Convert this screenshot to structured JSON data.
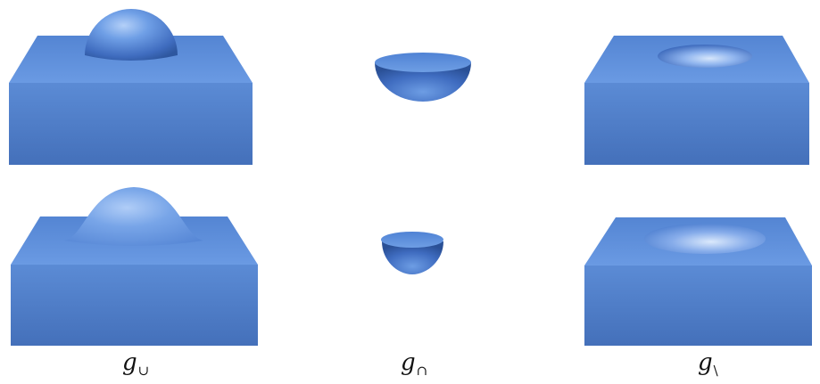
{
  "captions": [
    {
      "symbol": "g",
      "subscript": "∪"
    },
    {
      "symbol": "g",
      "subscript": "∩"
    },
    {
      "symbol": "g",
      "subscript": "\\"
    }
  ],
  "colors": {
    "front_face_top": "#5a8ad4",
    "front_face_bottom": "#4672bd",
    "top_face": "#5f91de",
    "sphere_highlight": "#a9c8f6",
    "sphere_shadow": "#2f5aa8"
  }
}
